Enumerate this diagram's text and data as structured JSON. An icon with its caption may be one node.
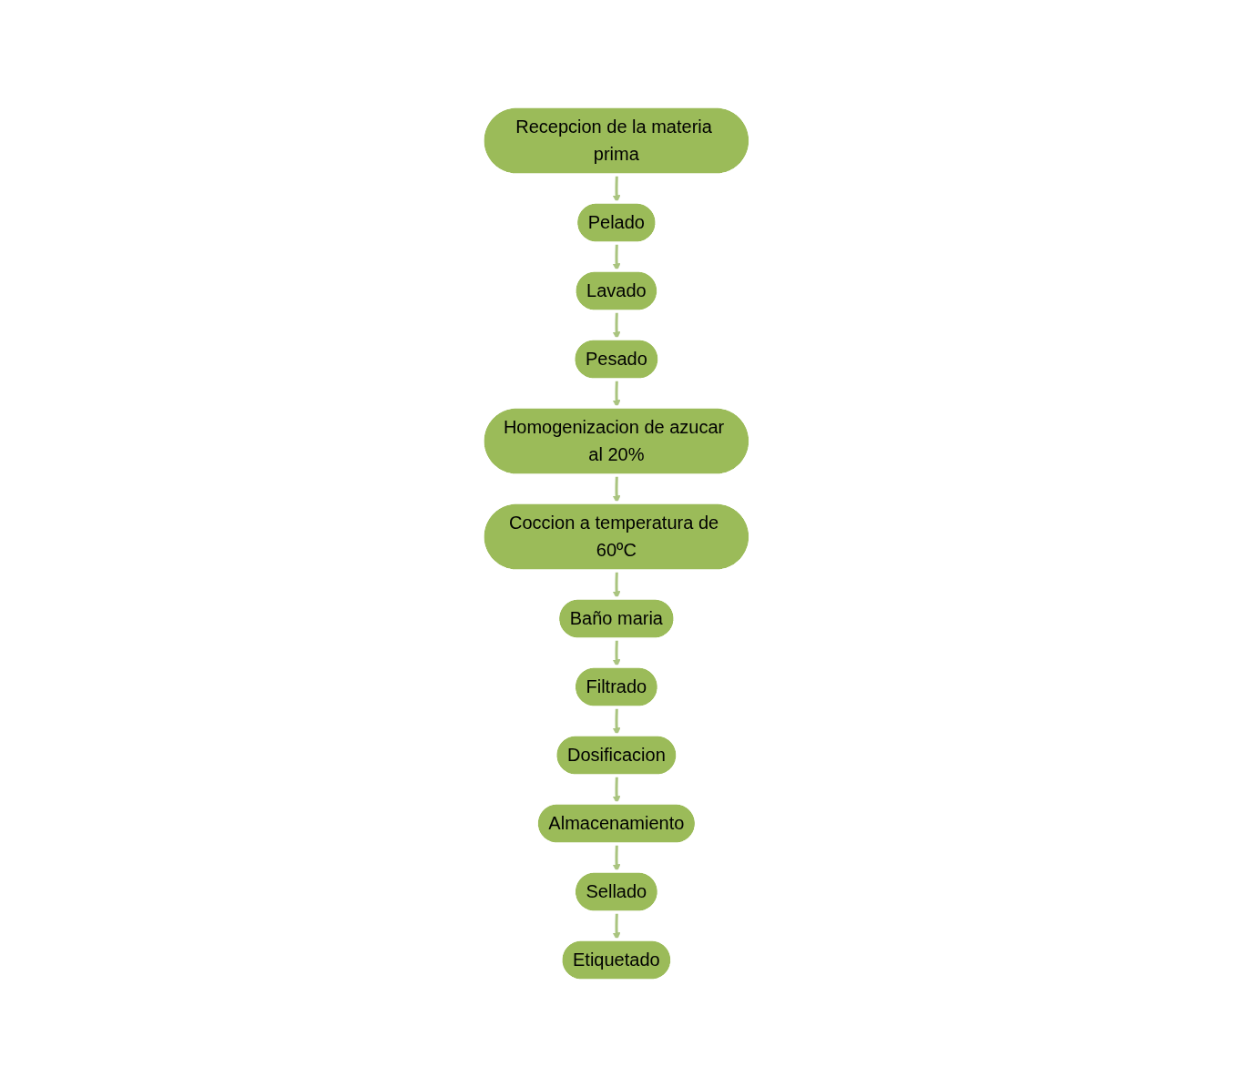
{
  "diagram": {
    "nodes": [
      {
        "text": [
          "Recepcion de la materia prima"
        ]
      },
      {
        "text": [
          "Pelado"
        ]
      },
      {
        "text": [
          "Lavado"
        ]
      },
      {
        "text": [
          "Pesado"
        ]
      },
      {
        "text": [
          "Homogenizacion de azucar al 20%"
        ]
      },
      {
        "text": [
          "Coccion a temperatura de 60ºC"
        ]
      },
      {
        "text": [
          "Baño maria"
        ]
      },
      {
        "text": [
          "Filtrado"
        ]
      },
      {
        "text": [
          "Dosificacion"
        ]
      },
      {
        "text": [
          "Almacenamiento"
        ]
      },
      {
        "text": [
          "Sellado"
        ]
      },
      {
        "text": [
          "Etiquetado"
        ]
      }
    ],
    "edges": [
      {
        "from": 0,
        "to": 1,
        "arrow": "to"
      },
      {
        "from": 1,
        "to": 2,
        "arrow": "to"
      },
      {
        "from": 2,
        "to": 3,
        "arrow": "to"
      },
      {
        "from": 3,
        "to": 4,
        "arrow": "to"
      },
      {
        "from": 4,
        "to": 5,
        "arrow": "to"
      },
      {
        "from": 5,
        "to": 6,
        "arrow": "to"
      },
      {
        "from": 6,
        "to": 7,
        "arrow": "to"
      },
      {
        "from": 7,
        "to": 8,
        "arrow": "to"
      },
      {
        "from": 8,
        "to": 9,
        "arrow": "to"
      },
      {
        "from": 9,
        "to": 10,
        "arrow": "to"
      },
      {
        "from": 10,
        "to": 11,
        "arrow": "to"
      }
    ]
  }
}
